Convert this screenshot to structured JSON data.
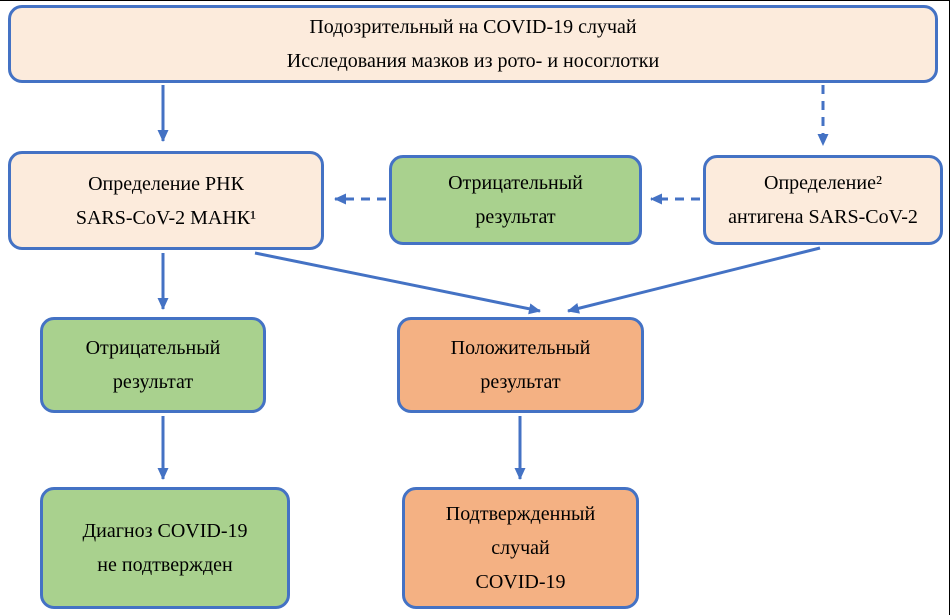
{
  "diagram": {
    "title": "COVID-19 testing algorithm flowchart",
    "nodes": {
      "suspect": {
        "label": "Подозрительный на COVID-19 случай\nИсследования мазков из рото- и носоглотки",
        "type": "peach"
      },
      "pcr": {
        "label": "Определение РНК\nSARS-CoV-2 МАНК¹",
        "type": "peach"
      },
      "negative_mid": {
        "label": "Отрицательный\nрезультат",
        "type": "green"
      },
      "antigen": {
        "label": "Определение²\nантигена SARS-CoV-2",
        "type": "peach"
      },
      "negative_left": {
        "label": "Отрицательный\nрезультат",
        "type": "green"
      },
      "positive": {
        "label": "Положительный\nрезультат",
        "type": "orange"
      },
      "not_confirmed": {
        "label": "Диагноз COVID-19\nне подтвержден",
        "type": "green"
      },
      "confirmed": {
        "label": "Подтвержденный\nслучай\nCOVID-19",
        "type": "orange"
      }
    },
    "edges": [
      {
        "from": "suspect",
        "to": "pcr",
        "style": "solid"
      },
      {
        "from": "suspect",
        "to": "antigen",
        "style": "dashed"
      },
      {
        "from": "antigen",
        "to": "negative_mid",
        "style": "dashed"
      },
      {
        "from": "negative_mid",
        "to": "pcr",
        "style": "dashed"
      },
      {
        "from": "pcr",
        "to": "negative_left",
        "style": "solid"
      },
      {
        "from": "pcr",
        "to": "positive",
        "style": "solid"
      },
      {
        "from": "antigen",
        "to": "positive",
        "style": "solid"
      },
      {
        "from": "negative_left",
        "to": "not_confirmed",
        "style": "solid"
      },
      {
        "from": "positive",
        "to": "confirmed",
        "style": "solid"
      }
    ],
    "colors": {
      "peach": "#fcebdc",
      "green": "#a9d18e",
      "orange": "#f4b183",
      "border": "#4472c4",
      "arrow": "#4472c4"
    }
  }
}
